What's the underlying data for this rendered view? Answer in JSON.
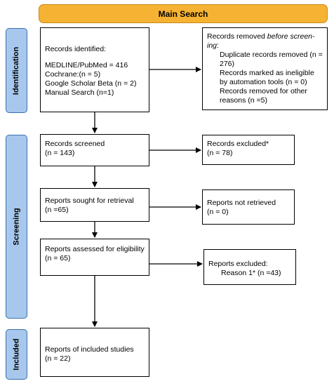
{
  "header": {
    "title": "Main Search"
  },
  "phases": {
    "identification": "Identification",
    "screening": "Screening",
    "included": "Included"
  },
  "identified": {
    "title": "Records identified:",
    "lines": [
      "MEDLINE/PubMed = 416",
      "Cochrane:(n = 5)",
      "Google Scholar Beta (n = 2)",
      "Manual Search (n=1)"
    ]
  },
  "removed": {
    "title_prefix": "Records removed ",
    "title_em": "before screen-",
    "title_em2": "ing",
    "title_suffix": ":",
    "lines": [
      "Duplicate records removed (n = 276)",
      "Records marked as ineligible by automation tools (n = 0)",
      "Records removed for other reasons (n =5)"
    ]
  },
  "screened": {
    "title": "Records screened",
    "count": "(n = 143)"
  },
  "excluded": {
    "title": "Records excluded*",
    "count": "(n = 78)"
  },
  "sought": {
    "title": "Reports sought for retrieval",
    "count": "(n =65)"
  },
  "not_retrieved": {
    "title": "Reports not retrieved",
    "count": "(n = 0)"
  },
  "assessed": {
    "title": "Reports assessed for eligibility",
    "count": "(n = 65)"
  },
  "reports_excluded": {
    "title": "Reports excluded:",
    "reason": "Reason 1* (n =43)"
  },
  "included_studies": {
    "title": "Reports of included studies",
    "count": "(n = 22)"
  }
}
